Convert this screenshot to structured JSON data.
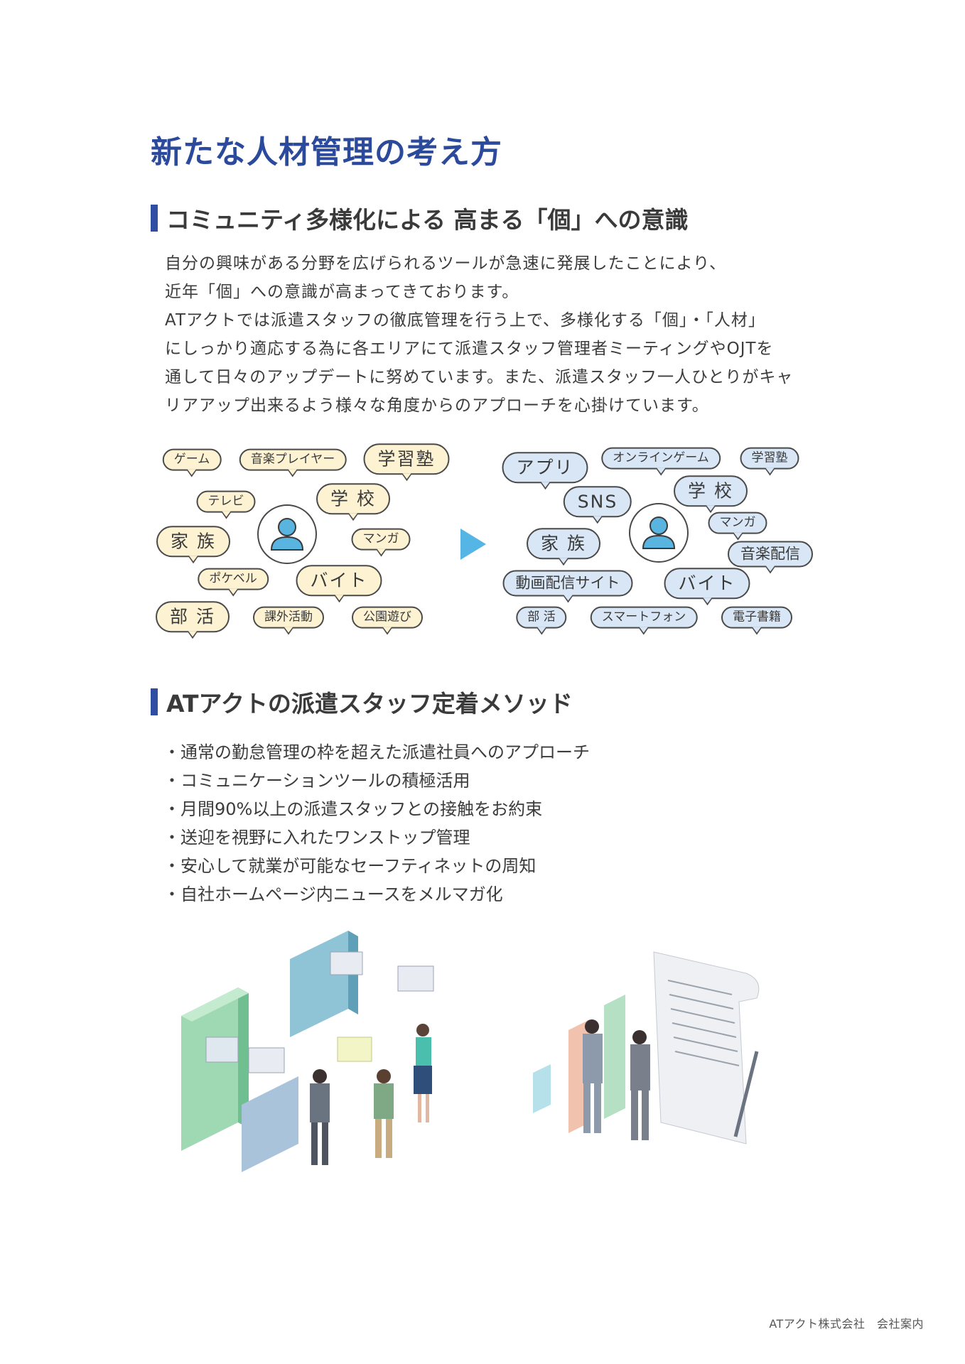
{
  "title": "新たな人材管理の考え方",
  "section1": {
    "heading": "コミュニティ多様化による 高まる「個」への意識",
    "paragraph": [
      "自分の興味がある分野を広げられるツールが急速に発展したことにより、",
      "近年「個」への意識が高まってきております。",
      "ATアクトでは派遣スタッフの徹底管理を行う上で、多様化する「個」・「人材」",
      "にしっかり適応する為に各エリアにて派遣スタッフ管理者ミーティングやOJTを",
      "通して日々のアップデートに努めています。また、派遣スタッフ一人ひとりがキャ",
      "リアアップ出来るよう様々な角度からのアプローチを心掛けています。"
    ]
  },
  "diagram": {
    "left_bubbles": [
      "ゲーム",
      "音楽プレイヤー",
      "学習塾",
      "テレビ",
      "学 校",
      "家 族",
      "マンガ",
      "ポケベル",
      "バイト",
      "部 活",
      "課外活動",
      "公園遊び"
    ],
    "right_bubbles": [
      "アプリ",
      "オンラインゲーム",
      "学習塾",
      "SNS",
      "学 校",
      "マンガ",
      "家 族",
      "音楽配信",
      "動画配信サイト",
      "バイト",
      "部 活",
      "スマートフォン",
      "電子書籍"
    ],
    "arrow_color": "#55b6e6",
    "left_bubble_color": "#fdf3d2",
    "right_bubble_color": "#d8e6f5",
    "avatar_color": "#5ab4e0"
  },
  "section2": {
    "heading": "ATアクトの派遣スタッフ定着メソッド",
    "items": [
      "・通常の勤怠管理の枠を超えた派遣社員へのアプローチ",
      "・コミュニケーションツールの積極活用",
      "・月間90%以上の派遣スタッフとの接触をお約束",
      "・送迎を視野に入れたワンストップ管理",
      "・安心して就業が可能なセーフティネットの周知",
      "・自社ホームページ内ニュースをメルマガ化"
    ]
  },
  "footer": "ATアクト株式会社　会社案内",
  "colors": {
    "title": "#2c4a9c",
    "heading_bar": "#2f4da1"
  }
}
